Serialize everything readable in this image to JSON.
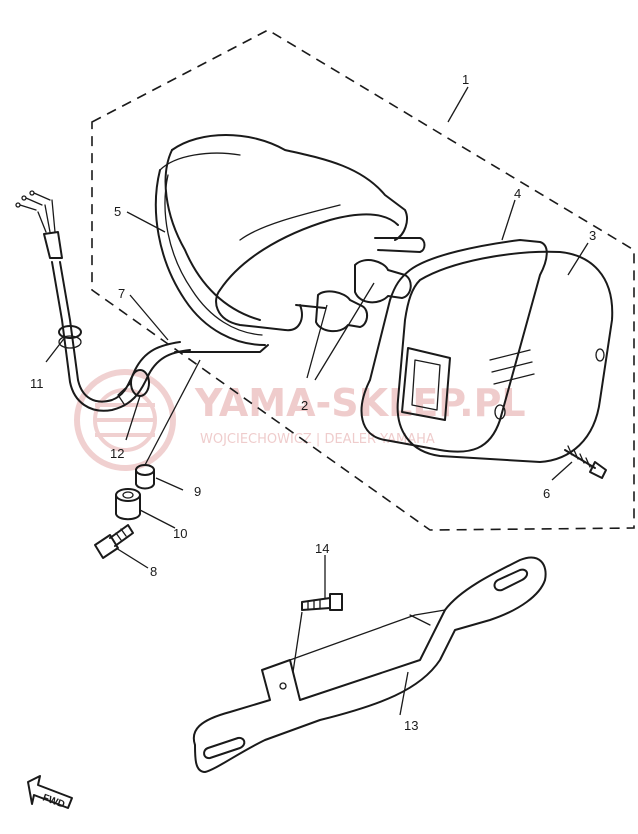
{
  "diagram": {
    "callouts": [
      {
        "id": "c1",
        "label": "1"
      },
      {
        "id": "c2",
        "label": "2"
      },
      {
        "id": "c3",
        "label": "3"
      },
      {
        "id": "c4",
        "label": "4"
      },
      {
        "id": "c5",
        "label": "5"
      },
      {
        "id": "c6",
        "label": "6"
      },
      {
        "id": "c7",
        "label": "7"
      },
      {
        "id": "c8",
        "label": "8"
      },
      {
        "id": "c9",
        "label": "9"
      },
      {
        "id": "c10",
        "label": "10"
      },
      {
        "id": "c11",
        "label": "11"
      },
      {
        "id": "c12",
        "label": "12"
      },
      {
        "id": "c13",
        "label": "13"
      },
      {
        "id": "c14",
        "label": "14"
      }
    ],
    "direction_arrow": "FWD"
  },
  "watermark": {
    "title": "YAMA-SKLEP.PL",
    "subtitle": "WOJCIECHOWICZ | DEALER YAMAHA",
    "color": "#e2a3a3"
  }
}
